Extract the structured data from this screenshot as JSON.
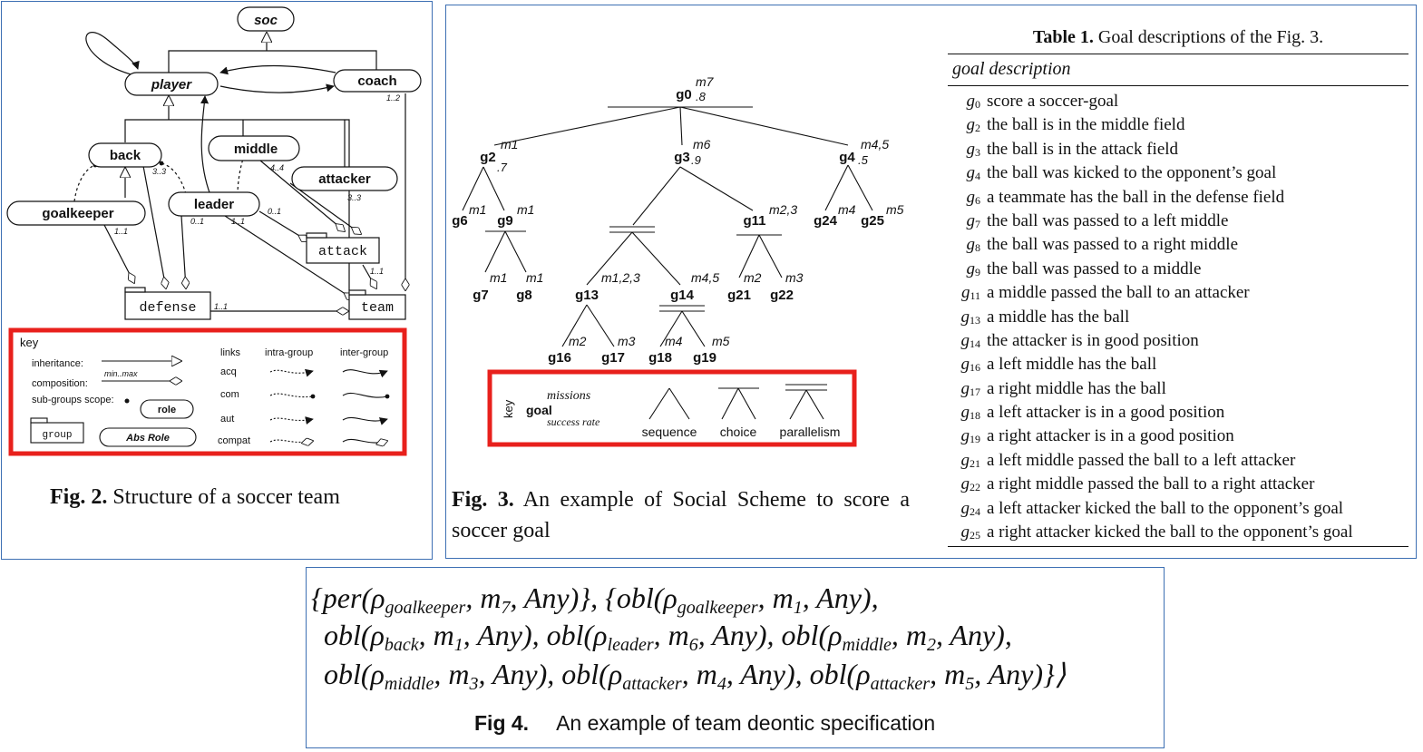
{
  "fig2": {
    "caption_label": "Fig. 2.",
    "caption_text": "Structure of a soccer team",
    "roles": {
      "soc": "soc",
      "player": "player",
      "coach": "coach",
      "back": "back",
      "middle": "middle",
      "attacker": "attacker",
      "leader": "leader",
      "goalkeeper": "goalkeeper"
    },
    "groups": {
      "attack": "attack",
      "defense": "defense",
      "team": "team"
    },
    "cards": {
      "coach": "1..2",
      "back": "3..3",
      "middle": "4..4",
      "attacker": "3..3",
      "leader_a": "0..1",
      "leader_b": "1..1",
      "leader_c": "0..1",
      "goalkeeper": "1..1",
      "attack_team": "1..1",
      "defense_team": "1..1"
    },
    "key": {
      "title": "key",
      "inheritance": "inheritance:",
      "composition": "composition:",
      "minmax": "min..max",
      "subgroups": "sub-groups scope:",
      "role": "role",
      "group": "group",
      "absrole": "Abs Role",
      "links": "links",
      "intra": "intra-group",
      "inter": "inter-group",
      "acq": "acq",
      "com": "com",
      "aut": "aut",
      "compat": "compat"
    },
    "accent_color": "#e8201c"
  },
  "fig3": {
    "caption_label": "Fig. 3.",
    "caption_text": "An example of Social Scheme to score a soccer goal",
    "nodes": {
      "g0": "g0",
      "g2": "g2",
      "g3": "g3",
      "g4": "g4",
      "g6": "g6",
      "g9": "g9",
      "g11": "g11",
      "g24": "g24",
      "g25": "g25",
      "g7": "g7",
      "g8": "g8",
      "g13": "g13",
      "g14": "g14",
      "g21": "g21",
      "g22": "g22",
      "g16": "g16",
      "g17": "g17",
      "g18": "g18",
      "g19": "g19"
    },
    "missions": {
      "g0": "m7",
      "g2": "m1",
      "g3": "m6",
      "g4": "m4,5",
      "g6": "m1",
      "g9": "m1",
      "g11": "m2,3",
      "g24": "m4",
      "g25": "m5",
      "g7": "m1",
      "g8": "m1",
      "g13": "m1,2,3",
      "g14": "m4,5",
      "g21": "m2",
      "g22": "m3",
      "g16": "m2",
      "g17": "m3",
      "g18": "m4",
      "g19": "m5"
    },
    "rates": {
      "g0": ".8",
      "g2": ".7",
      "g3": ".9",
      "g4": ".5"
    },
    "key": {
      "title": "key",
      "missions": "missions",
      "goal": "goal",
      "rate": "success rate",
      "sequence": "sequence",
      "choice": "choice",
      "parallelism": "parallelism"
    }
  },
  "table1": {
    "label": "Table 1.",
    "title": "Goal descriptions of the Fig. 3.",
    "header": "goal description",
    "rows": [
      {
        "g": "g",
        "n": "0",
        "d": "score a soccer-goal"
      },
      {
        "g": "g",
        "n": "2",
        "d": "the ball is in the middle field"
      },
      {
        "g": "g",
        "n": "3",
        "d": "the ball is in the attack field"
      },
      {
        "g": "g",
        "n": "4",
        "d": "the ball was kicked to the opponent’s goal"
      },
      {
        "g": "g",
        "n": "6",
        "d": "a teammate has the ball in the defense field"
      },
      {
        "g": "g",
        "n": "7",
        "d": "the ball was passed to a left middle"
      },
      {
        "g": "g",
        "n": "8",
        "d": "the ball was passed to a right middle"
      },
      {
        "g": "g",
        "n": "9",
        "d": "the ball was passed to a middle"
      },
      {
        "g": "g",
        "n": "11",
        "d": "a middle passed the ball to an attacker"
      },
      {
        "g": "g",
        "n": "13",
        "d": "a middle has the ball"
      },
      {
        "g": "g",
        "n": "14",
        "d": "the attacker is in good position"
      },
      {
        "g": "g",
        "n": "16",
        "d": "a left middle has the ball"
      },
      {
        "g": "g",
        "n": "17",
        "d": "a right middle has the ball"
      },
      {
        "g": "g",
        "n": "18",
        "d": "a left attacker is in a good position"
      },
      {
        "g": "g",
        "n": "19",
        "d": "a right attacker is in a good position"
      },
      {
        "g": "g",
        "n": "21",
        "d": "a left middle passed the ball to a left attacker"
      },
      {
        "g": "g",
        "n": "22",
        "d": "a right middle passed the ball to a right attacker"
      },
      {
        "g": "g",
        "n": "24",
        "d": "a left attacker kicked the ball to the opponent’s goal"
      },
      {
        "g": "g",
        "n": "25",
        "d": "a right attacker kicked the ball to the opponent’s goal"
      }
    ]
  },
  "fig4": {
    "caption_label": "Fig 4.",
    "caption_text": "An example of team deontic specification",
    "lines": [
      [
        {
          "t": "{per(ρ"
        },
        {
          "s": "goalkeeper"
        },
        {
          "t": ", m"
        },
        {
          "s": "7"
        },
        {
          "t": ", Any)}, {obl(ρ"
        },
        {
          "s": "goalkeeper"
        },
        {
          "t": ", m"
        },
        {
          "s": "1"
        },
        {
          "t": ", Any),"
        }
      ],
      [
        {
          "t": "obl(ρ"
        },
        {
          "s": "back"
        },
        {
          "t": ", m"
        },
        {
          "s": "1"
        },
        {
          "t": ", Any), obl(ρ"
        },
        {
          "s": "leader"
        },
        {
          "t": ", m"
        },
        {
          "s": "6"
        },
        {
          "t": ", Any), obl(ρ"
        },
        {
          "s": "middle"
        },
        {
          "t": ", m"
        },
        {
          "s": "2"
        },
        {
          "t": ", Any),"
        }
      ],
      [
        {
          "t": "obl(ρ"
        },
        {
          "s": "middle"
        },
        {
          "t": ", m"
        },
        {
          "s": "3"
        },
        {
          "t": ", Any), obl(ρ"
        },
        {
          "s": "attacker"
        },
        {
          "t": ", m"
        },
        {
          "s": "4"
        },
        {
          "t": ", Any), obl(ρ"
        },
        {
          "s": "attacker"
        },
        {
          "t": ", m"
        },
        {
          "s": "5"
        },
        {
          "t": ", Any)}⟩"
        }
      ]
    ]
  }
}
